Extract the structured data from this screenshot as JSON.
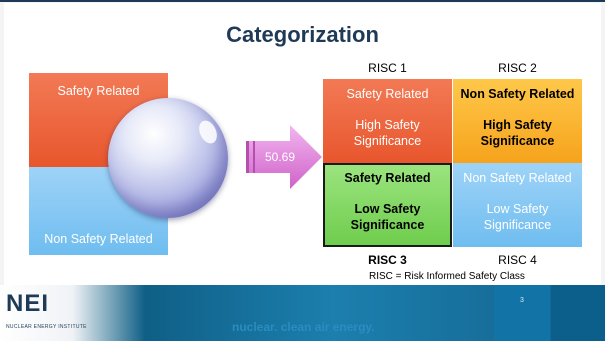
{
  "slide": {
    "title": "Categorization",
    "page_number": "3",
    "note": "RISC = Risk Informed Safety Class",
    "tagline": "nuclear. clean air energy.",
    "logo": "NEI",
    "logo_sub": "NUCLEAR ENERGY INSTITUTE"
  },
  "left_box": {
    "top_label": "Safety Related",
    "bottom_label": "Non Safety Related"
  },
  "arrow_label": "50.69",
  "grid": {
    "col_labels_top": [
      "RISC 1",
      "RISC 2"
    ],
    "col_labels_bottom": [
      "RISC 3",
      "RISC 4"
    ],
    "cells": [
      {
        "line1": "Safety Related",
        "line2": "High Safety Significance",
        "color": "#ee6a41"
      },
      {
        "line1": "Non Safety Related",
        "line2": "High Safety Significance",
        "color": "#f9b232"
      },
      {
        "line1": "Safety Related",
        "line2": "Low Safety Significance",
        "color": "#86da66"
      },
      {
        "line1": "Non Safety Related",
        "line2": "Low Safety Significance",
        "color": "#86c8f4"
      }
    ]
  }
}
